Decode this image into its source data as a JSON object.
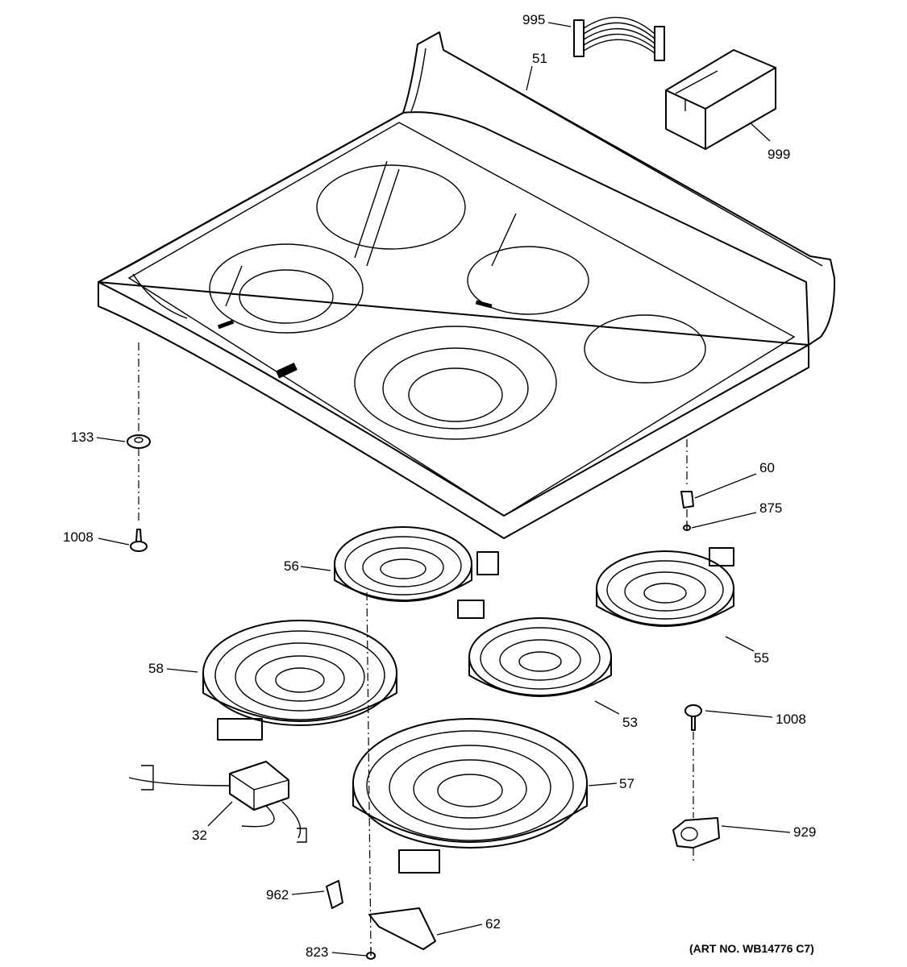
{
  "art_number": "(ART NO. WB14776 C7)",
  "callouts": {
    "c995": "995",
    "c51": "51",
    "c999": "999",
    "c133": "133",
    "c1008_left": "1008",
    "c60": "60",
    "c875": "875",
    "c56": "56",
    "c55": "55",
    "c58": "58",
    "c53": "53",
    "c1008_right": "1008",
    "c57": "57",
    "c32": "32",
    "c929": "929",
    "c962": "962",
    "c62": "62",
    "c823": "823"
  }
}
